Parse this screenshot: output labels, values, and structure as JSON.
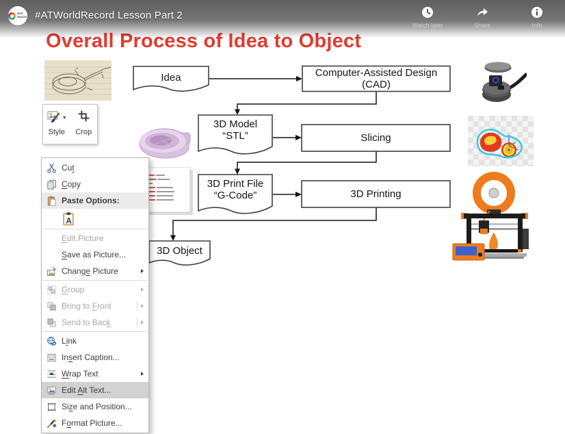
{
  "player": {
    "title": "#ATWorldRecord Lesson Part 2",
    "channel": "Neil Squire",
    "actions": [
      {
        "label": "Watch later",
        "icon": "clock-icon"
      },
      {
        "label": "Share",
        "icon": "share-icon"
      },
      {
        "label": "Info",
        "icon": "info-icon"
      }
    ]
  },
  "slide": {
    "title": "Overall Process of Idea to Object",
    "title_color": "#e23a2e",
    "flowchart": {
      "idea": "Idea",
      "cad_line1": "Computer-Assisted Design",
      "cad_line2": "(CAD)",
      "stl_line1": "3D Model",
      "stl_line2": "“STL”",
      "slicing": "Slicing",
      "gcode_line1": "3D Print File",
      "gcode_line2": "“G-Code”",
      "printing": "3D Printing",
      "object": "3D Object"
    }
  },
  "mini_toolbar": {
    "style_label": "Style",
    "crop_label": "Crop"
  },
  "context_menu": {
    "items": [
      {
        "id": "cut",
        "icon": "scissors-icon",
        "pre": "Cu",
        "key": "t",
        "post": ""
      },
      {
        "id": "copy",
        "icon": "copy-icon",
        "pre": "",
        "key": "C",
        "post": "opy"
      },
      {
        "id": "paste-options",
        "icon": "paste-icon",
        "pre": "Paste Options:",
        "key": "",
        "post": "",
        "bold": true,
        "highlighted": true
      },
      {
        "id": "paste-keep-text",
        "icon": "paste-keep-text-icon",
        "pre": "",
        "key": "",
        "post": ""
      },
      {
        "id": "edit-picture",
        "icon": "",
        "pre": "",
        "key": "E",
        "post": "dit Picture",
        "disabled": true
      },
      {
        "id": "save-as-picture",
        "icon": "",
        "pre": "",
        "key": "S",
        "post": "ave as Picture..."
      },
      {
        "id": "change-picture",
        "icon": "change-picture-icon",
        "pre": "Chang",
        "key": "e",
        "post": " Picture",
        "submenu": true
      },
      {
        "id": "group",
        "icon": "group-icon",
        "pre": "",
        "key": "G",
        "post": "roup",
        "disabled": true,
        "submenu": true
      },
      {
        "id": "bring-to-front",
        "icon": "bring-to-front-icon",
        "pre": "Bring to ",
        "key": "F",
        "post": "ront",
        "disabled": true,
        "submenu": true
      },
      {
        "id": "send-to-back",
        "icon": "send-to-back-icon",
        "pre": "Send to Bac",
        "key": "k",
        "post": "",
        "disabled": true,
        "submenu": true
      },
      {
        "id": "link",
        "icon": "link-icon",
        "pre": "L",
        "key": "i",
        "post": "nk"
      },
      {
        "id": "insert-caption",
        "icon": "caption-icon",
        "pre": "In",
        "key": "s",
        "post": "ert Caption..."
      },
      {
        "id": "wrap-text",
        "icon": "wrap-text-icon",
        "pre": "",
        "key": "W",
        "post": "rap Text",
        "submenu": true
      },
      {
        "id": "edit-alt-text",
        "icon": "alt-text-icon",
        "pre": "Edit ",
        "key": "A",
        "post": "lt Text...",
        "highlighted": true
      },
      {
        "id": "size-position",
        "icon": "size-position-icon",
        "pre": "Si",
        "key": "z",
        "post": "e and Position..."
      },
      {
        "id": "format-picture",
        "icon": "format-picture-icon",
        "pre": "F",
        "key": "o",
        "post": "rmat Picture..."
      }
    ]
  },
  "icons": {
    "clock-icon": "watch-later clock",
    "share-icon": "curved share arrow",
    "info-icon": "info circle",
    "scissors-icon": "cut scissors",
    "copy-icon": "two overlapping pages",
    "paste-icon": "clipboard",
    "paste-keep-text-icon": "clipboard with letter A",
    "change-picture-icon": "picture with refresh arrows",
    "group-icon": "dashed selection with squares",
    "bring-to-front-icon": "overlapping squares front",
    "send-to-back-icon": "overlapping squares back",
    "link-icon": "globe with chain link",
    "caption-icon": "caption frame",
    "wrap-text-icon": "text lines with arc",
    "alt-text-icon": "small picture thumbnail",
    "size-position-icon": "frame with handles",
    "format-picture-icon": "paintbrush",
    "style-icon": "picture with brush",
    "crop-icon": "crop marks"
  }
}
